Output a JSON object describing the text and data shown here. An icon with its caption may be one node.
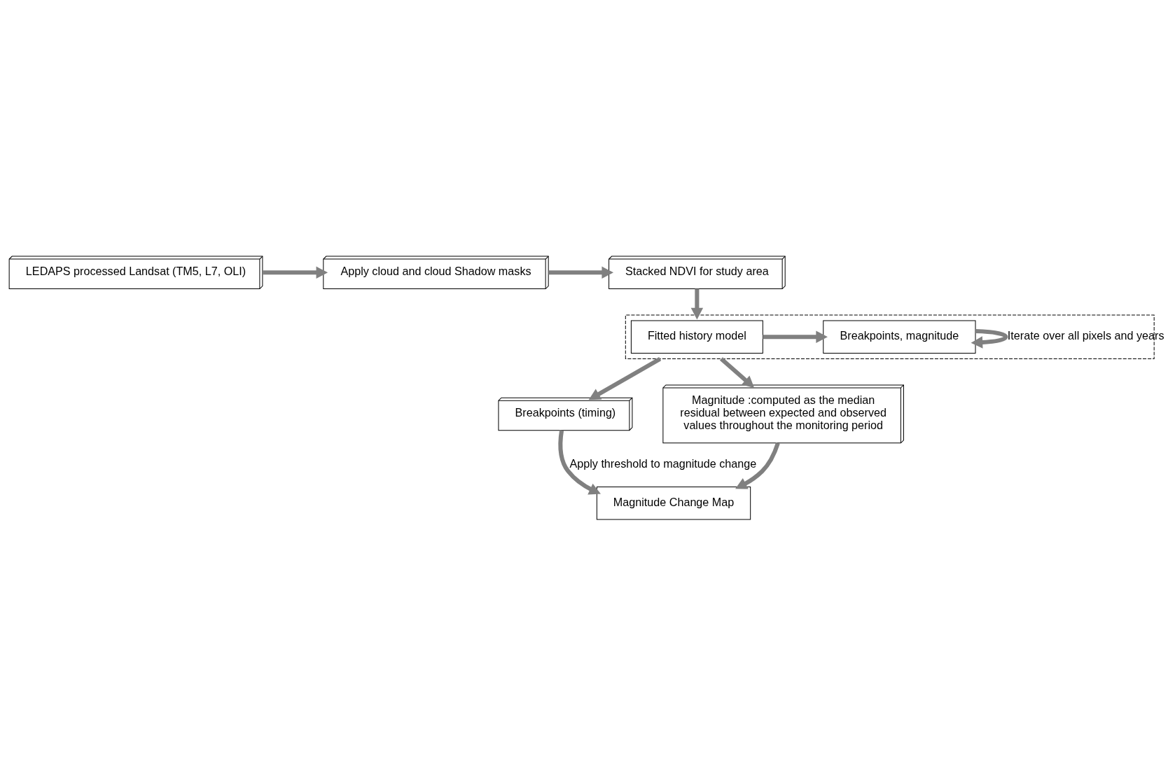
{
  "diagram": {
    "nodes": [
      {
        "text": [
          "LEDAPS processed Landsat (TM5, L7, OLI)"
        ]
      },
      {
        "text": [
          "Apply cloud and cloud Shadow masks"
        ]
      },
      {
        "text": [
          "Stacked NDVI for study area"
        ]
      },
      {
        "text": [],
        "shape": "box"
      },
      {
        "text": [
          "Fitted history model"
        ],
        "in": 3
      },
      {
        "text": [
          "Breakpoints, magnitude"
        ],
        "in": 3
      },
      {
        "text": [
          "Breakpoints (timing)"
        ]
      },
      {
        "text": [
          "Magnitude :computed as the median residual between expected and observed values throughout the monitoring period"
        ]
      },
      {
        "text": [
          "Magnitude Change Map"
        ]
      }
    ],
    "edges": [
      {
        "from": 0,
        "to": 1,
        "arrow": "to"
      },
      {
        "from": 1,
        "to": 2,
        "arrow": "to"
      },
      {
        "from": 2,
        "to": 3,
        "arrow": "to"
      },
      {
        "from": 4,
        "to": 5,
        "arrow": "to"
      },
      {
        "from": 5,
        "to": 5,
        "arrow": "to",
        "label": "Iterate over all pixels and years"
      },
      {
        "from": 3,
        "to": 6,
        "arrow": "to"
      },
      {
        "from": 3,
        "to": 7,
        "arrow": "to"
      },
      {
        "from": 6,
        "to": 8,
        "arrow": "to",
        "label": "Apply threshold to magnitude change"
      },
      {
        "from": 7,
        "to": 8,
        "arrow": "to"
      }
    ]
  }
}
